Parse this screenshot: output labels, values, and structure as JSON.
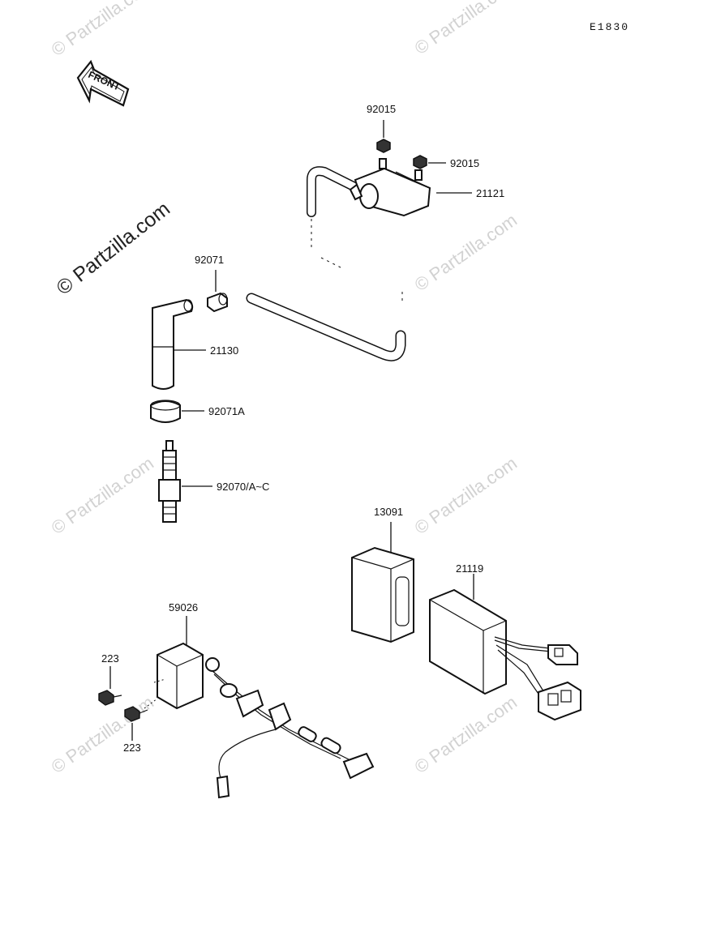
{
  "diagram_code": "E1830",
  "front_label": "FRONT",
  "watermark": "Partzilla.com",
  "watermark_symbol": "©",
  "parts": {
    "nut_top": "92015",
    "nut_right": "92015",
    "ignition_coil": "21121",
    "cap": "92071",
    "plug_cap": "21130",
    "cap_seal": "92071A",
    "spark_plug": "92070/A~C",
    "regulator": "13091",
    "igniter": "21119",
    "pickup_coil": "59026",
    "screw_top": "223",
    "screw_bottom": "223"
  }
}
